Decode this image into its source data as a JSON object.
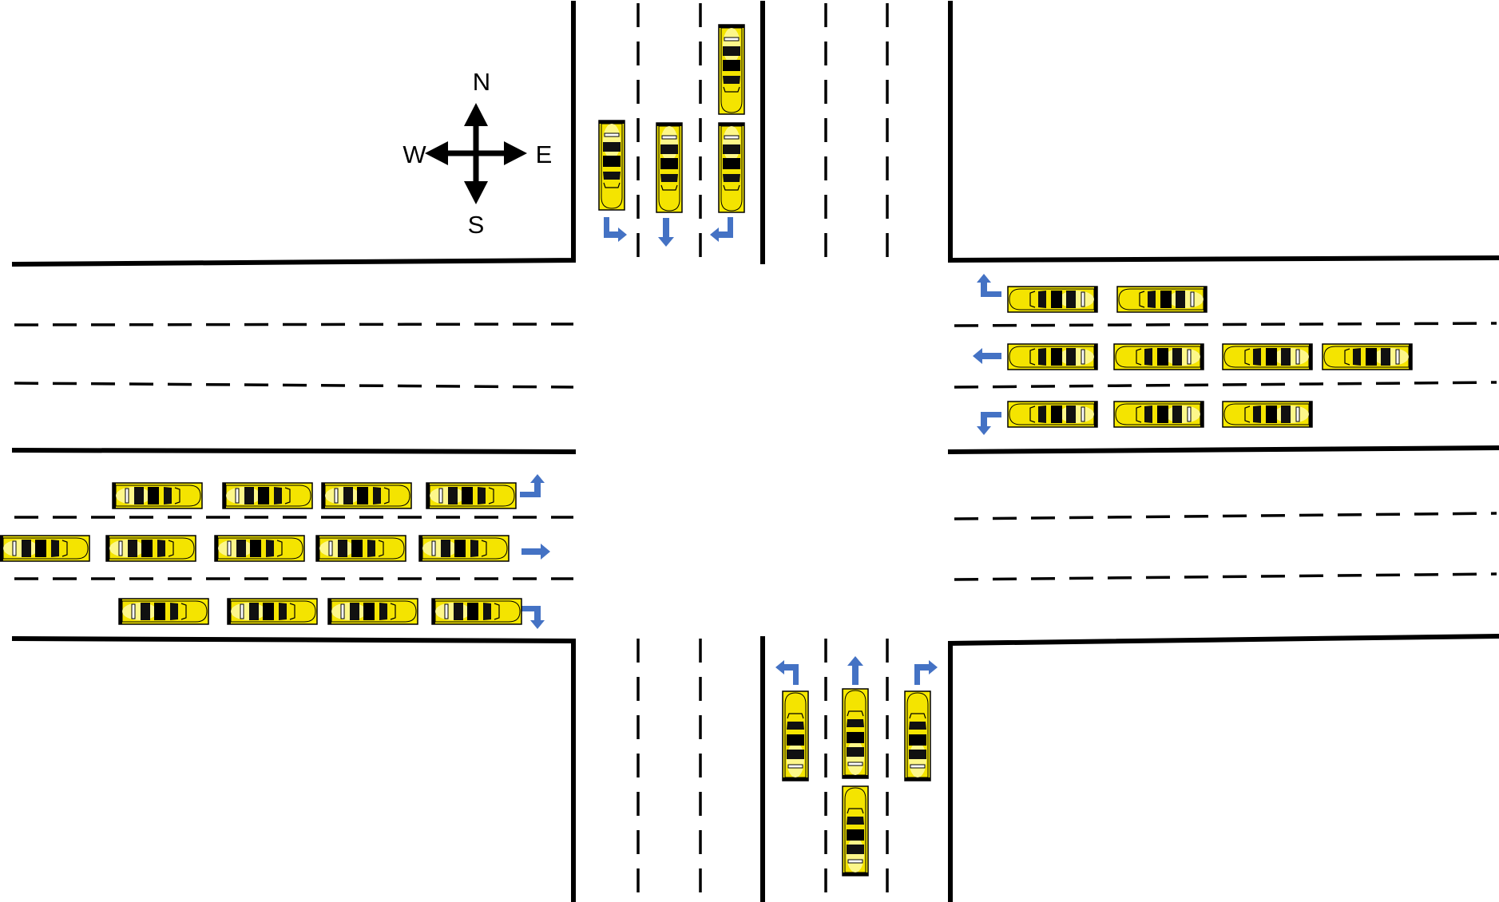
{
  "compass": {
    "north": "N",
    "south": "S",
    "east": "E",
    "west": "W"
  },
  "colors": {
    "background": "#ffffff",
    "curb": "#000000",
    "lane_marking": "#000000",
    "car_body": "#f7ea00",
    "car_outline": "#000000",
    "car_highlight": "#fdf78a",
    "turn_arrow": "#4472c4"
  },
  "approaches": [
    {
      "name": "north",
      "travel_direction": "southbound",
      "lanes": [
        {
          "movement": "left",
          "arrow_icon": "turn-left-arrow-icon",
          "queued_vehicles": 1
        },
        {
          "movement": "straight",
          "arrow_icon": "straight-arrow-icon",
          "queued_vehicles": 1
        },
        {
          "movement": "right",
          "arrow_icon": "turn-right-arrow-icon",
          "queued_vehicles": 2
        }
      ]
    },
    {
      "name": "east",
      "travel_direction": "westbound",
      "lanes": [
        {
          "movement": "right",
          "arrow_icon": "turn-right-arrow-icon",
          "queued_vehicles": 2
        },
        {
          "movement": "straight",
          "arrow_icon": "straight-arrow-icon",
          "queued_vehicles": 4
        },
        {
          "movement": "left",
          "arrow_icon": "turn-left-arrow-icon",
          "queued_vehicles": 3
        }
      ]
    },
    {
      "name": "west",
      "travel_direction": "eastbound",
      "lanes": [
        {
          "movement": "left",
          "arrow_icon": "turn-left-arrow-icon",
          "queued_vehicles": 4
        },
        {
          "movement": "straight",
          "arrow_icon": "straight-arrow-icon",
          "queued_vehicles": 5
        },
        {
          "movement": "right",
          "arrow_icon": "turn-right-arrow-icon",
          "queued_vehicles": 4
        }
      ]
    },
    {
      "name": "south",
      "travel_direction": "northbound",
      "lanes": [
        {
          "movement": "left",
          "arrow_icon": "turn-left-arrow-icon",
          "queued_vehicles": 1
        },
        {
          "movement": "straight",
          "arrow_icon": "straight-arrow-icon",
          "queued_vehicles": 2
        },
        {
          "movement": "right",
          "arrow_icon": "turn-right-arrow-icon",
          "queued_vehicles": 1
        }
      ]
    }
  ]
}
